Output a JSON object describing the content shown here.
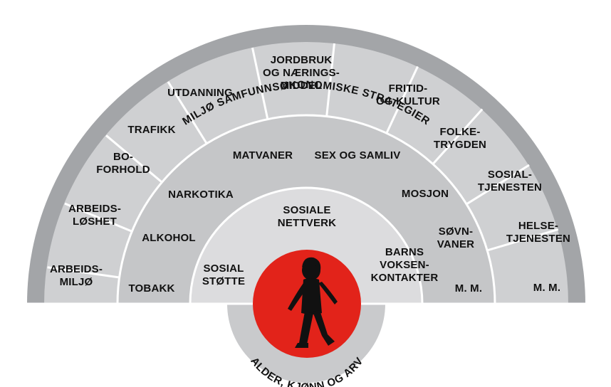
{
  "outer_ring_title": "MILJØ SAMFUNNSØKONOMISKE STRATEGIER",
  "core_label": "ALDER, KJØNN OG ARV",
  "colors": {
    "outer_band": "#a3a5a8",
    "outer_segments": "#cfd0d2",
    "middle_band": "#c5c6c8",
    "inner_band": "#dcdcde",
    "core_half_disc": "#c9cacc",
    "center_circle": "#e2231a",
    "figure": "#111111",
    "divider": "#ffffff",
    "text": "#111111"
  },
  "icons": {
    "center_figure": "walking-child-icon"
  },
  "outer_segments": [
    {
      "lines": [
        "ARBEIDS-",
        "MILJØ"
      ]
    },
    {
      "lines": [
        "ARBEIDS-",
        "LØSHET"
      ]
    },
    {
      "lines": [
        "BO-",
        "FORHOLD"
      ]
    },
    {
      "lines": [
        "TRAFIKK"
      ]
    },
    {
      "lines": [
        "UTDANNING"
      ]
    },
    {
      "lines": [
        "JORDBRUK",
        "OG NÆRINGS-",
        "MIDDEL"
      ]
    },
    {
      "lines": [
        "FRITID-",
        "OG KULTUR"
      ]
    },
    {
      "lines": [
        "FOLKE-",
        "TRYGDEN"
      ]
    },
    {
      "lines": [
        "SOSIAL-",
        "TJENESTEN"
      ]
    },
    {
      "lines": [
        "HELSE-",
        "TJENESTEN"
      ]
    },
    {
      "lines": [
        "M. M."
      ]
    }
  ],
  "middle_labels": [
    {
      "lines": [
        "TOBAKK"
      ]
    },
    {
      "lines": [
        "ALKOHOL"
      ]
    },
    {
      "lines": [
        "NARKOTIKA"
      ]
    },
    {
      "lines": [
        "MATVANER"
      ]
    },
    {
      "lines": [
        "SEX OG SAMLIV"
      ]
    },
    {
      "lines": [
        "MOSJON"
      ]
    },
    {
      "lines": [
        "SØVN-",
        "VANER"
      ]
    },
    {
      "lines": [
        "M. M."
      ]
    }
  ],
  "inner_labels": [
    {
      "lines": [
        "SOSIAL",
        "STØTTE"
      ]
    },
    {
      "lines": [
        "SOSIALE",
        "NETTVERK"
      ]
    },
    {
      "lines": [
        "BARNS",
        "VOKSEN-",
        "KONTAKTER"
      ]
    }
  ]
}
